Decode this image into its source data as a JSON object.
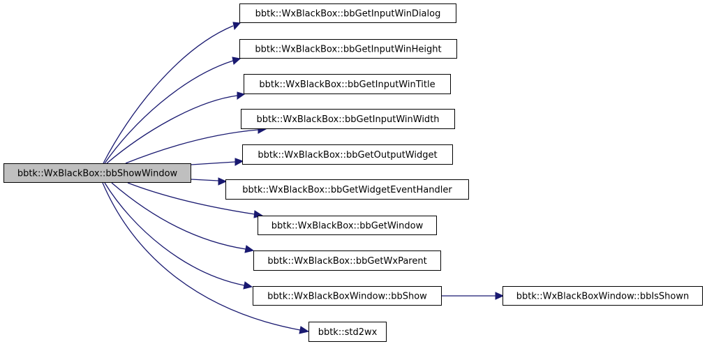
{
  "graph": {
    "root": {
      "id": "root",
      "label": "bbtk::WxBlackBox::bbShowWindow"
    },
    "nodes": [
      {
        "id": "n1",
        "label": "bbtk::WxBlackBox::bbGetInputWinDialog"
      },
      {
        "id": "n2",
        "label": "bbtk::WxBlackBox::bbGetInputWinHeight"
      },
      {
        "id": "n3",
        "label": "bbtk::WxBlackBox::bbGetInputWinTitle"
      },
      {
        "id": "n4",
        "label": "bbtk::WxBlackBox::bbGetInputWinWidth"
      },
      {
        "id": "n5",
        "label": "bbtk::WxBlackBox::bbGetOutputWidget"
      },
      {
        "id": "n6",
        "label": "bbtk::WxBlackBox::bbGetWidgetEventHandler"
      },
      {
        "id": "n7",
        "label": "bbtk::WxBlackBox::bbGetWindow"
      },
      {
        "id": "n8",
        "label": "bbtk::WxBlackBox::bbGetWxParent"
      },
      {
        "id": "n9",
        "label": "bbtk::WxBlackBoxWindow::bbShow"
      },
      {
        "id": "n10",
        "label": "bbtk::std2wx"
      },
      {
        "id": "n11",
        "label": "bbtk::WxBlackBoxWindow::bbIsShown"
      }
    ],
    "edges": [
      {
        "from": "root",
        "to": "n1"
      },
      {
        "from": "root",
        "to": "n2"
      },
      {
        "from": "root",
        "to": "n3"
      },
      {
        "from": "root",
        "to": "n4"
      },
      {
        "from": "root",
        "to": "n5"
      },
      {
        "from": "root",
        "to": "n6"
      },
      {
        "from": "root",
        "to": "n7"
      },
      {
        "from": "root",
        "to": "n8"
      },
      {
        "from": "root",
        "to": "n9"
      },
      {
        "from": "root",
        "to": "n10"
      },
      {
        "from": "n9",
        "to": "n11"
      }
    ],
    "colors": {
      "edge": "#191970",
      "root_fill": "#bfbfbf",
      "node_fill": "#ffffff",
      "node_border": "#000000"
    }
  }
}
